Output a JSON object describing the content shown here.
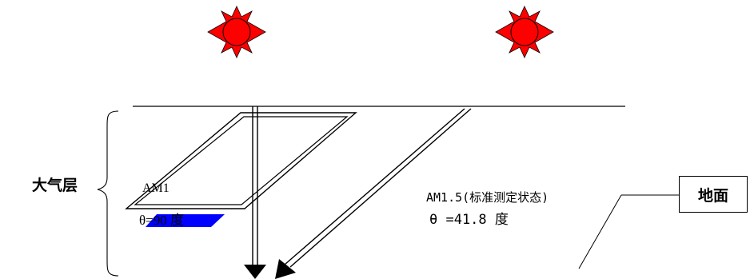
{
  "labels": {
    "atmosphere": "大气层",
    "am1": "AM1",
    "am1_angle": "θ=90 度",
    "am15": "AM1.5(标准测定状态)",
    "am15_angle": "θ =41.8 度",
    "ground": "地面"
  },
  "colors": {
    "sun": "#ff0000",
    "sun_ray": "#ff0000",
    "outline": "#000000",
    "surface_patch": "#0000ff",
    "background": "#ffffff"
  },
  "icons": {
    "left_sun": "sun-icon",
    "right_sun": "sun-icon"
  }
}
